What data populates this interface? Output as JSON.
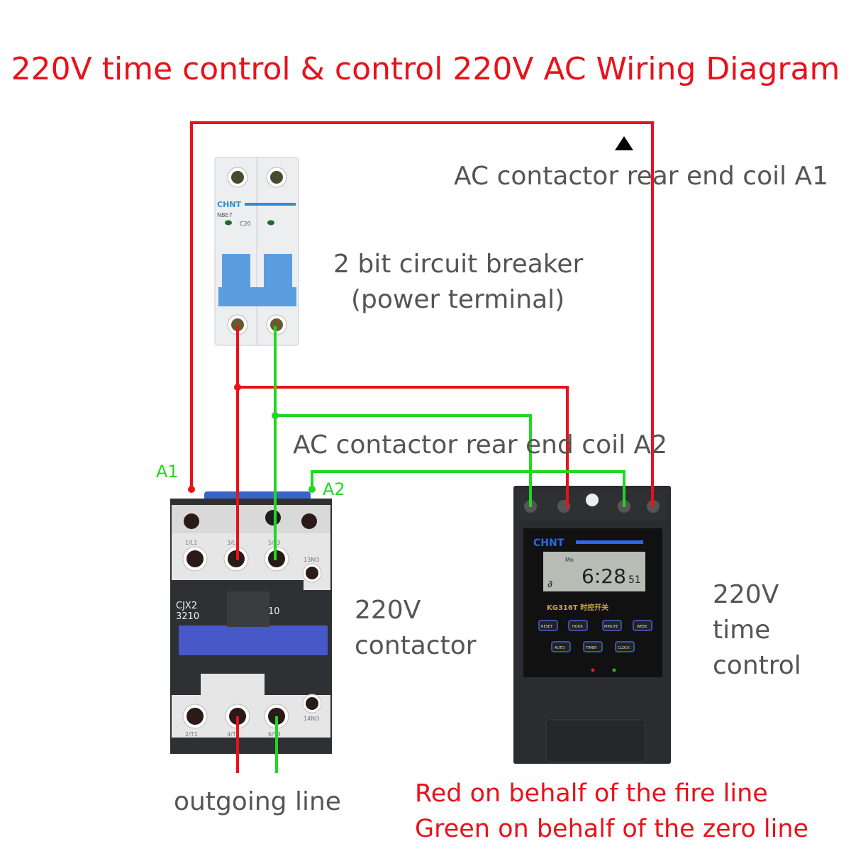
{
  "title": "220V time control & control 220V AC Wiring Diagram",
  "labels": {
    "coil_a1": "AC contactor rear end coil A1",
    "breaker_line1": "2 bit circuit breaker",
    "breaker_line2": "(power terminal)",
    "coil_a2": "AC contactor rear end coil A2",
    "a1": "A1",
    "a2": "A2",
    "contactor_line1": "220V",
    "contactor_line2": "contactor",
    "timer_line1": "220V",
    "timer_line2": "time",
    "timer_line3": "control",
    "outgoing": "outgoing line",
    "legend_red": "Red on behalf of the fire line",
    "legend_green": "Green on behalf of the zero line"
  },
  "breaker": {
    "brand": "CHNT",
    "model": "NBE7",
    "rating": "C20"
  },
  "contactor": {
    "model_line1": "CJX2",
    "model_line2": "3210",
    "aux": "10",
    "terminals_top": [
      "1/L1",
      "3/L2",
      "5/L3",
      "13NO"
    ],
    "terminals_bottom": [
      "2/T1",
      "4/T2",
      "6/T3",
      "14NO"
    ]
  },
  "timer": {
    "brand": "CHNT",
    "model": "KG316T 时控开关",
    "lcd_day": "Mo",
    "lcd_time": "6:28",
    "lcd_sec": "51",
    "lcd_left": "∂",
    "buttons": [
      "RESET",
      "HOUR",
      "MINUTE",
      "WEEK",
      "AUTO",
      "TIMER",
      "CLOCK"
    ]
  },
  "colors": {
    "title": "#e8121b",
    "fire": "#e8121b",
    "zero": "#22d622",
    "label_gray": "#555555"
  }
}
